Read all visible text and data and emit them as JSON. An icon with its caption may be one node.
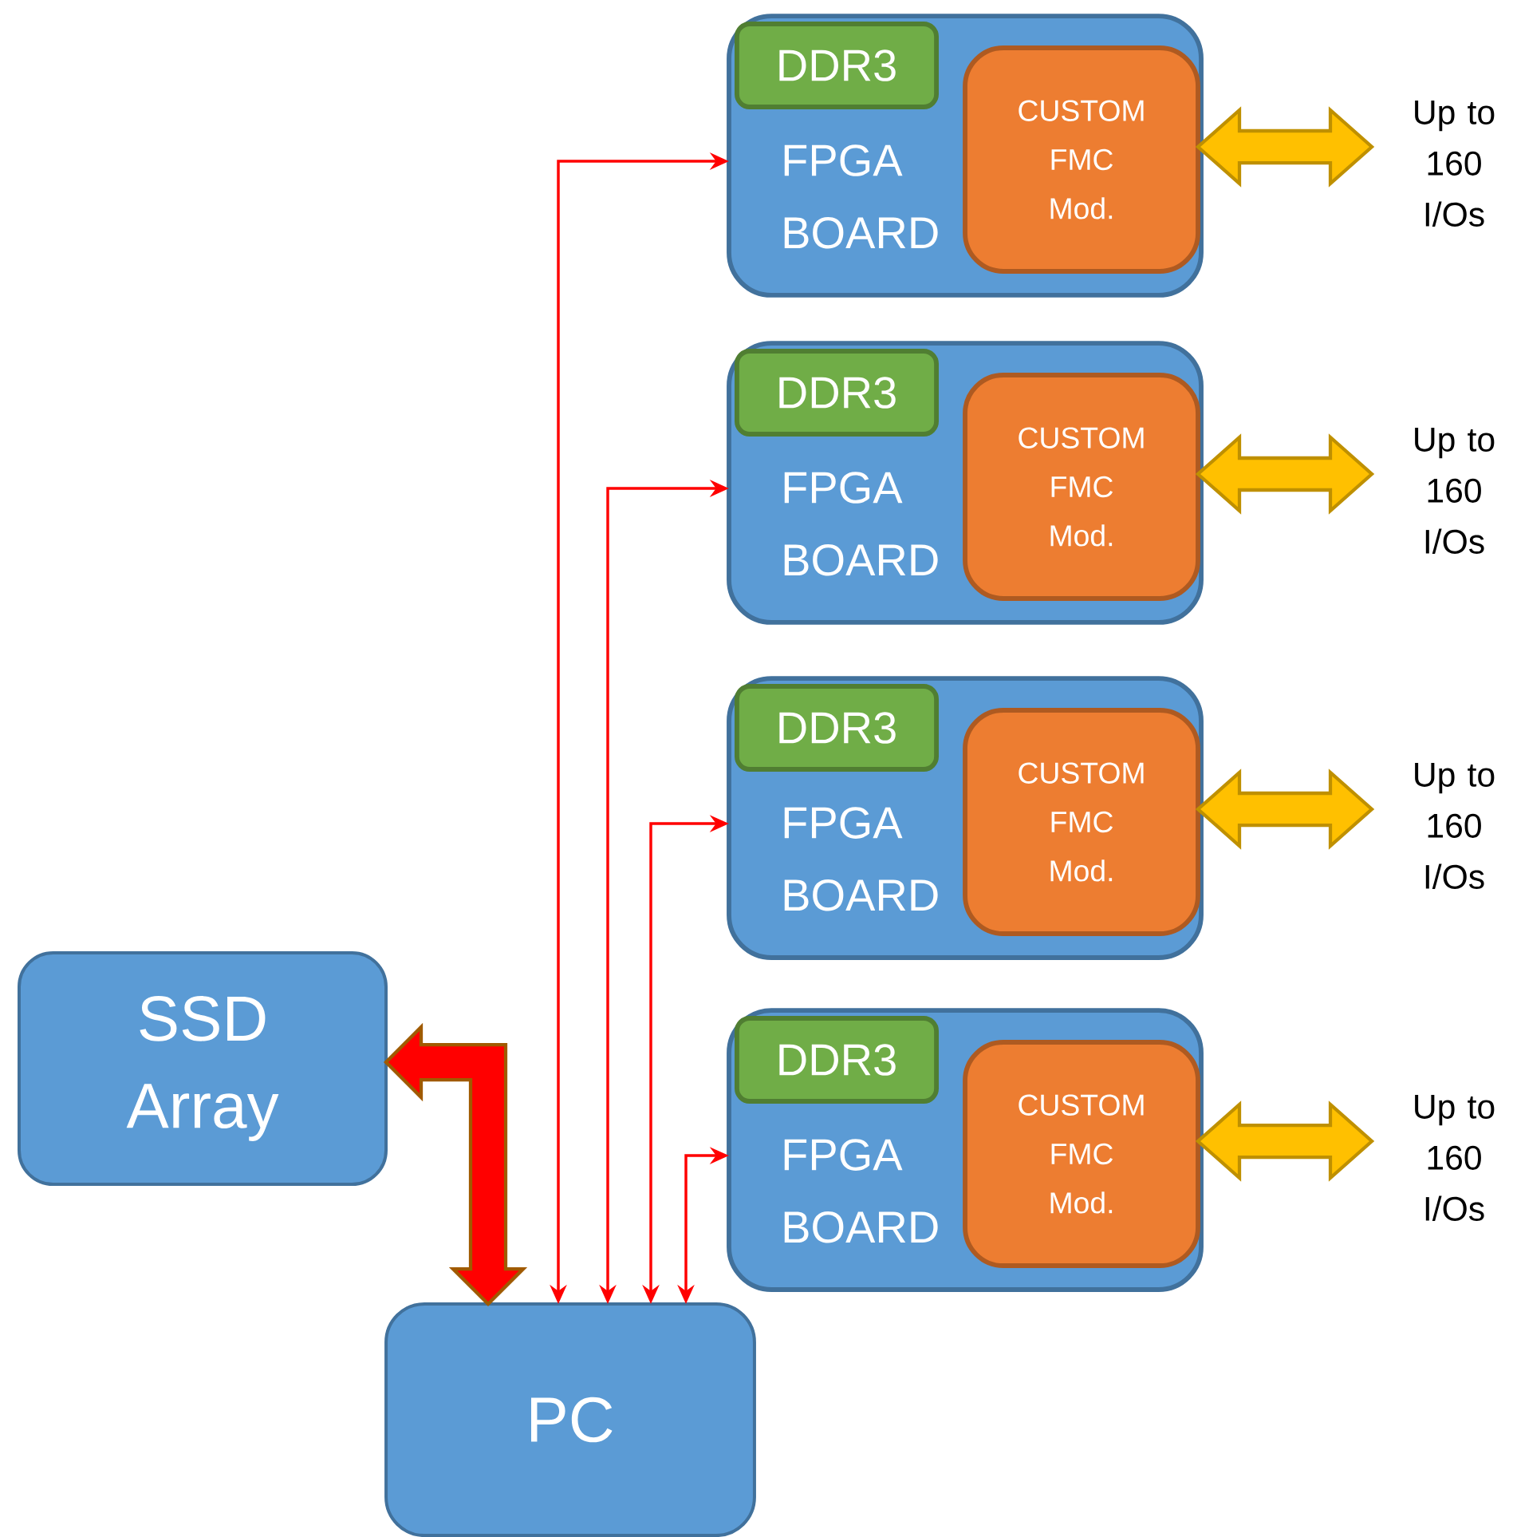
{
  "diagram": {
    "nodes": [
      {
        "text": [
          "FPGA BOARD"
        ]
      },
      {
        "text": [
          "DDR3"
        ],
        "in": 0
      },
      {
        "text": [
          "CUSTOM FMC Mod."
        ],
        "in": 0
      },
      {
        "text": [
          "Up to 160 I/Os"
        ]
      },
      {
        "text": [
          "FPGA BOARD"
        ]
      },
      {
        "text": [
          "DDR3"
        ],
        "in": 4
      },
      {
        "text": [
          "CUSTOM FMC Mod."
        ],
        "in": 4
      },
      {
        "text": [
          "Up to 160 I/Os"
        ]
      },
      {
        "text": [
          "FPGA BOARD"
        ]
      },
      {
        "text": [
          "DDR3"
        ],
        "in": 8
      },
      {
        "text": [
          "CUSTOM FMC Mod."
        ],
        "in": 8
      },
      {
        "text": [
          "Up to 160 I/Os"
        ]
      },
      {
        "text": [
          "FPGA BOARD"
        ]
      },
      {
        "text": [
          "DDR3"
        ],
        "in": 12
      },
      {
        "text": [
          "CUSTOM FMC Mod."
        ],
        "in": 12
      },
      {
        "text": [
          "Up to 160 I/Os"
        ]
      },
      {
        "text": [
          "SSD Array"
        ]
      },
      {
        "text": [
          "PC"
        ]
      }
    ],
    "edges": [
      {
        "from": 17,
        "to": 0,
        "arrow": "both",
        "color": "#ff0000"
      },
      {
        "from": 2,
        "to": 3,
        "arrow": "both",
        "style": "thick",
        "color": "#ffc000"
      },
      {
        "from": 17,
        "to": 4,
        "arrow": "both",
        "color": "#ff0000"
      },
      {
        "from": 6,
        "to": 7,
        "arrow": "both",
        "style": "thick",
        "color": "#ffc000"
      },
      {
        "from": 17,
        "to": 8,
        "arrow": "both",
        "color": "#ff0000"
      },
      {
        "from": 10,
        "to": 11,
        "arrow": "both",
        "style": "thick",
        "color": "#ffc000"
      },
      {
        "from": 17,
        "to": 12,
        "arrow": "both",
        "color": "#ff0000"
      },
      {
        "from": 14,
        "to": 15,
        "arrow": "both",
        "style": "thick",
        "color": "#ffc000"
      },
      {
        "from": 16,
        "to": 17,
        "arrow": "both",
        "style": "thick",
        "color": "#ff0000"
      }
    ]
  }
}
